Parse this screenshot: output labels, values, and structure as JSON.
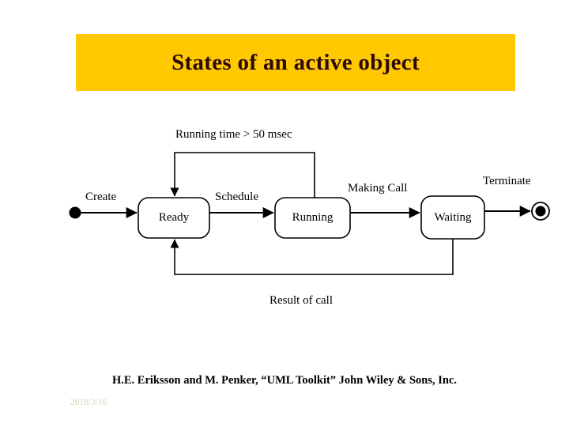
{
  "slide": {
    "title": "States of an active object",
    "title_bg_color": "#ffc800",
    "title_text_color": "#2b0a0a",
    "background_color": "#ffffff"
  },
  "diagram": {
    "type": "uml-state-machine",
    "stroke_color": "#000000",
    "states": [
      {
        "id": "ready",
        "label": "Ready"
      },
      {
        "id": "running",
        "label": "Running"
      },
      {
        "id": "waiting",
        "label": "Waiting"
      }
    ],
    "pseudostates": [
      {
        "id": "initial",
        "kind": "initial-state"
      },
      {
        "id": "final",
        "kind": "final-state"
      }
    ],
    "transitions": [
      {
        "id": "t-create",
        "from": "initial",
        "to": "ready",
        "label": "Create"
      },
      {
        "id": "t-schedule",
        "from": "ready",
        "to": "running",
        "label": "Schedule"
      },
      {
        "id": "t-timeout",
        "from": "running",
        "to": "ready",
        "label": "Running time > 50 msec"
      },
      {
        "id": "t-making-call",
        "from": "running",
        "to": "waiting",
        "label": "Making Call"
      },
      {
        "id": "t-result",
        "from": "waiting",
        "to": "ready",
        "label": "Result of call"
      },
      {
        "id": "t-terminate",
        "from": "waiting",
        "to": "final",
        "label": "Terminate"
      }
    ]
  },
  "footer": {
    "citation": "H.E. Eriksson and M. Penker, “UML Toolkit” John Wiley & Sons, Inc.",
    "date": "2018/3/16",
    "date_color": "#d8d0b8"
  }
}
